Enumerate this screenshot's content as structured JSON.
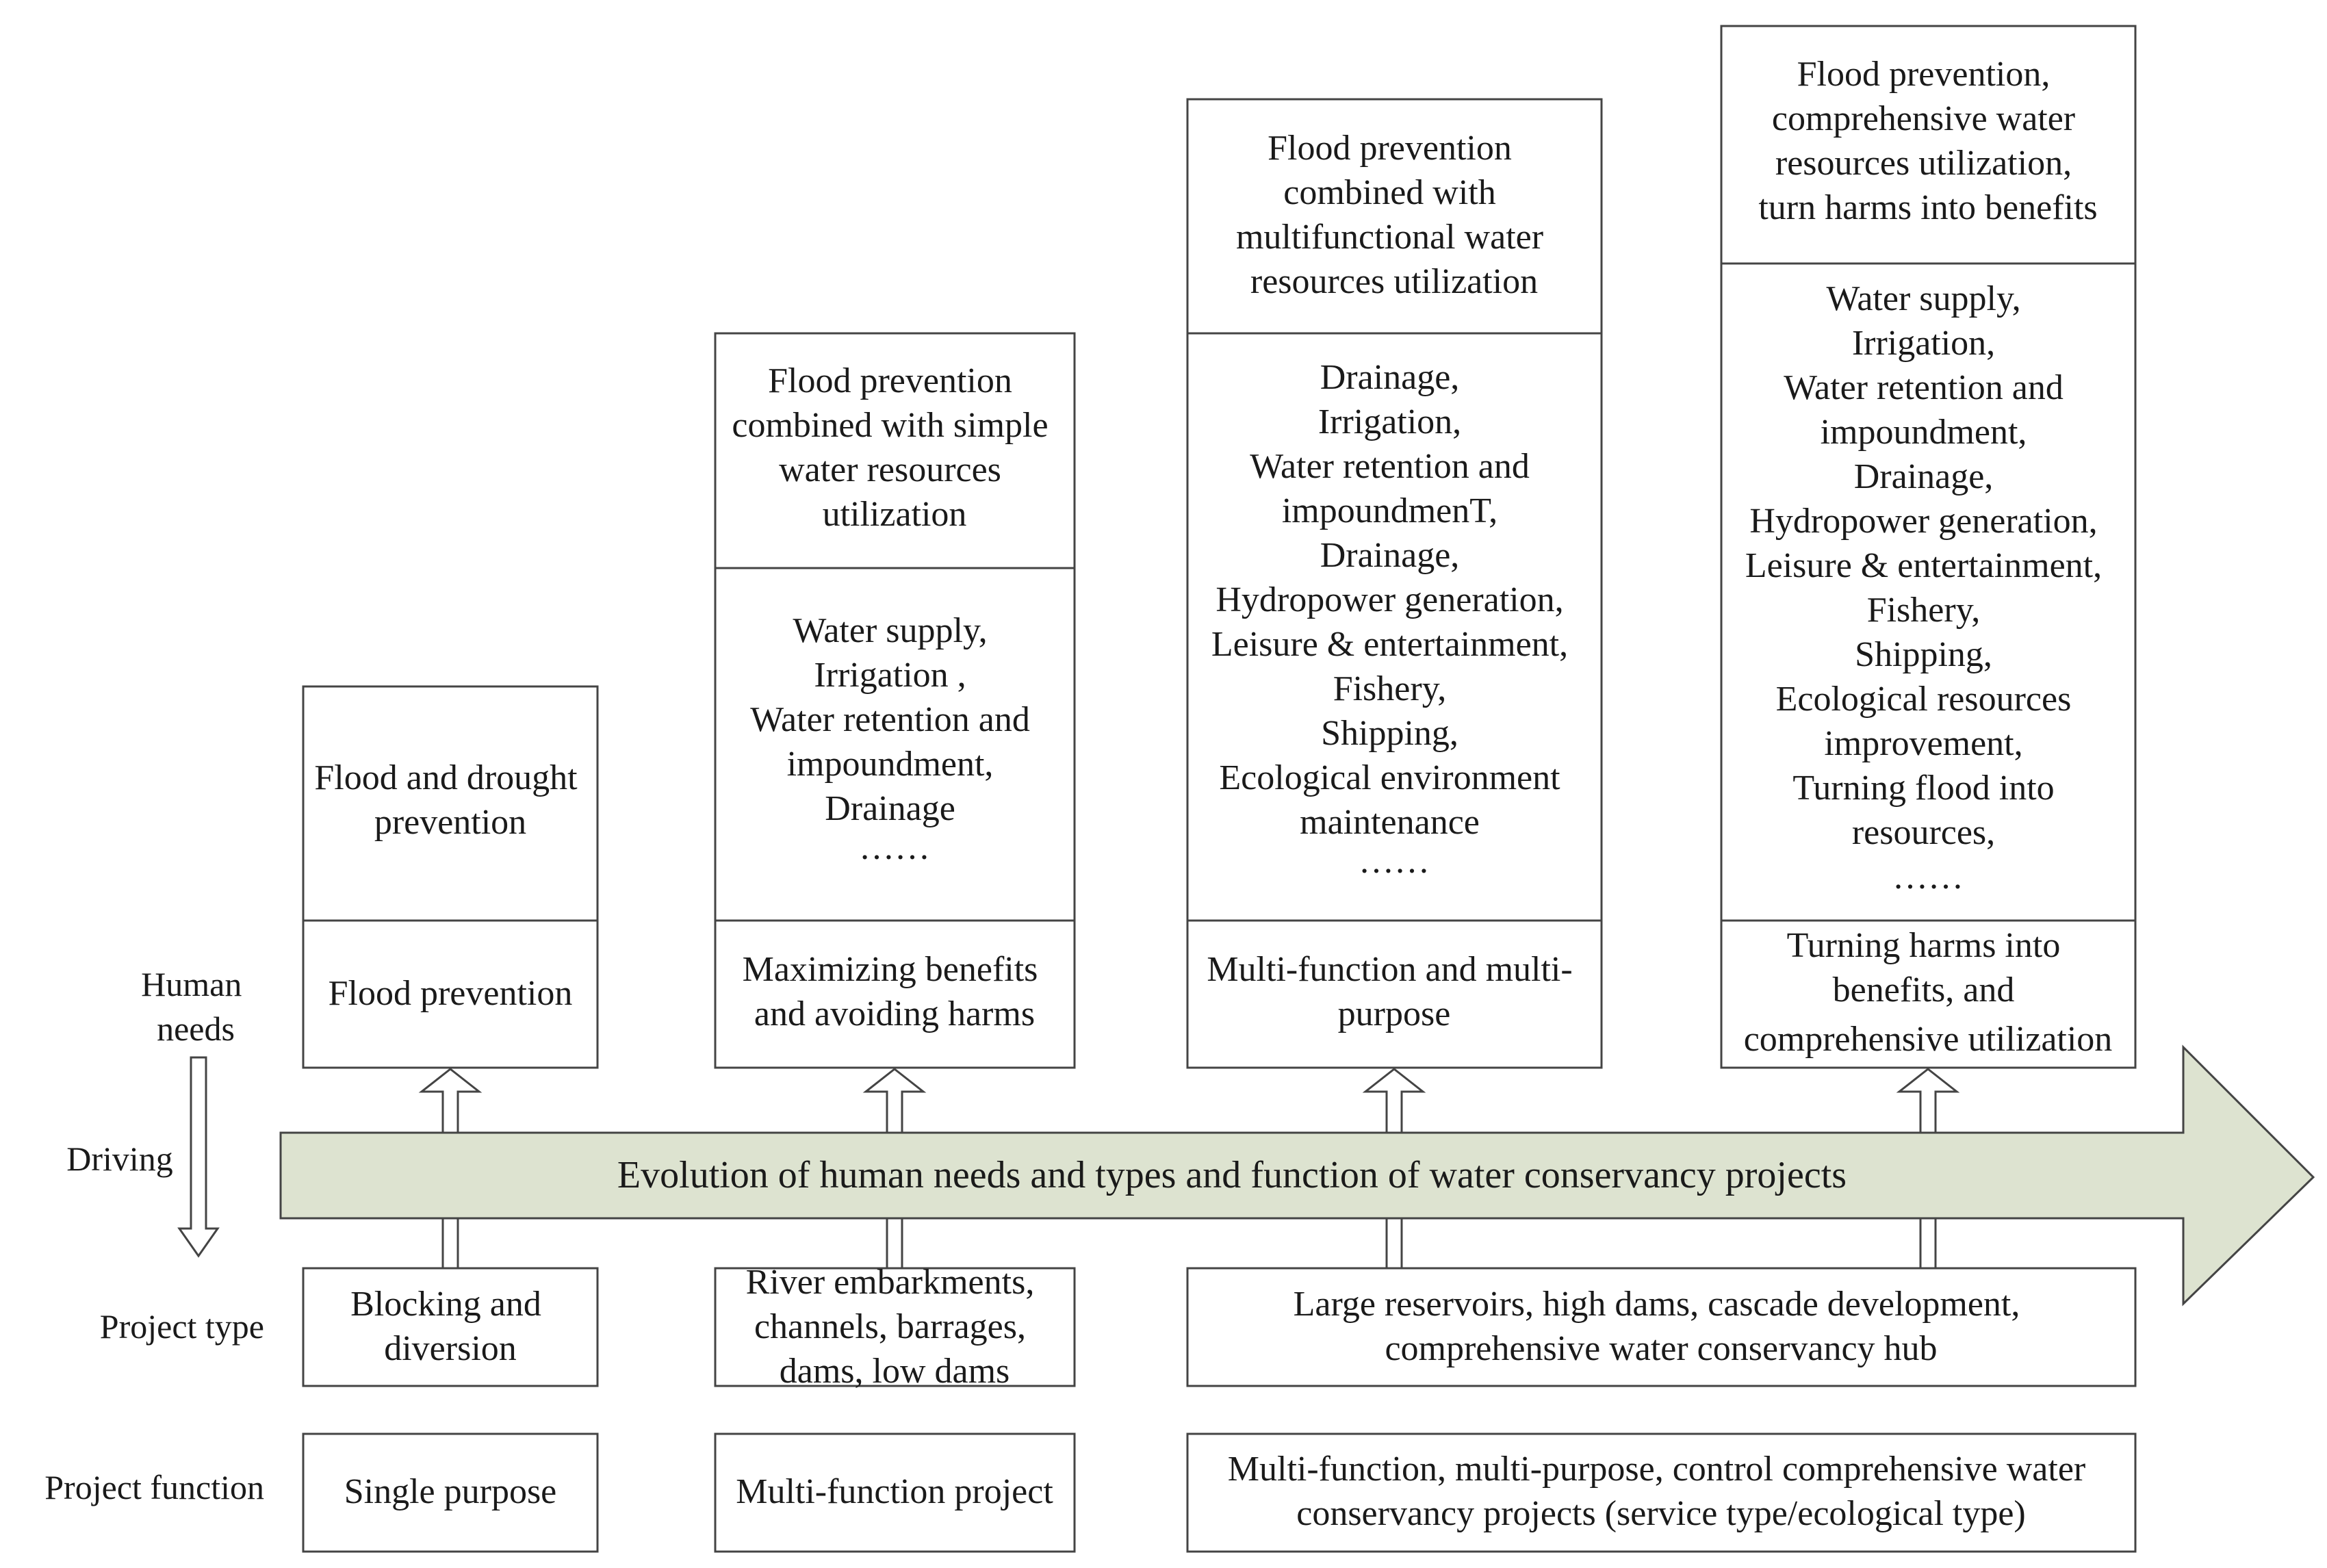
{
  "side_labels": {
    "human_needs": [
      "Human",
      "needs"
    ],
    "driving": "Driving",
    "project_type": "Project type",
    "project_function": "Project function"
  },
  "banner": {
    "text": "Evolution of human needs and types and function of water conservancy projects",
    "fill_color": "#dde3d0"
  },
  "stages": [
    {
      "needs_top": [
        "Flood and drought",
        "prevention"
      ],
      "needs_uses": [],
      "needs_bottom": [
        "Flood prevention"
      ],
      "project_type": [
        "Blocking and",
        "diversion"
      ],
      "project_function": [
        "Single purpose"
      ]
    },
    {
      "needs_top": [
        "Flood prevention",
        "combined with simple",
        "water resources",
        "utilization"
      ],
      "needs_uses": [
        "Water supply,",
        "Irrigation ,",
        "Water retention and",
        "impoundment,",
        "Drainage",
        "……"
      ],
      "needs_bottom": [
        "Maximizing benefits",
        "and avoiding harms"
      ],
      "project_type": [
        "River embarkments,",
        "channels, barrages,",
        "dams, low dams"
      ],
      "project_function": [
        "Multi-function project"
      ]
    },
    {
      "needs_top": [
        "Flood prevention",
        "combined with",
        "multifunctional water",
        "resources utilization"
      ],
      "needs_uses": [
        "Drainage,",
        "Irrigation,",
        "Water retention and",
        "impoundmenT,",
        "Drainage,",
        "Hydropower generation,",
        "Leisure & entertainment,",
        "Fishery,",
        "Shipping,",
        "Ecological environment",
        "maintenance",
        "……"
      ],
      "needs_bottom": [
        "Multi-function and multi-",
        "purpose"
      ]
    },
    {
      "needs_top": [
        "Flood prevention,",
        "comprehensive water",
        "resources utilization,",
        "turn harms into benefits"
      ],
      "needs_uses": [
        "Water supply,",
        "Irrigation,",
        "Water retention and",
        "impoundment,",
        "Drainage,",
        "Hydropower generation,",
        "Leisure & entertainment,",
        "Fishery,",
        "Shipping,",
        "Ecological resources",
        "improvement,",
        "Turning flood into",
        "resources,",
        "……"
      ],
      "needs_bottom": [
        "Turning harms into",
        "benefits, and",
        "comprehensive utilization"
      ]
    }
  ],
  "shared": {
    "project_type_34": [
      "Large reservoirs, high dams, cascade development,",
      "comprehensive water conservancy hub"
    ],
    "project_function_34": [
      "Multi-function, multi-purpose, control comprehensive water",
      "conservancy projects (service type/ecological type)"
    ]
  }
}
